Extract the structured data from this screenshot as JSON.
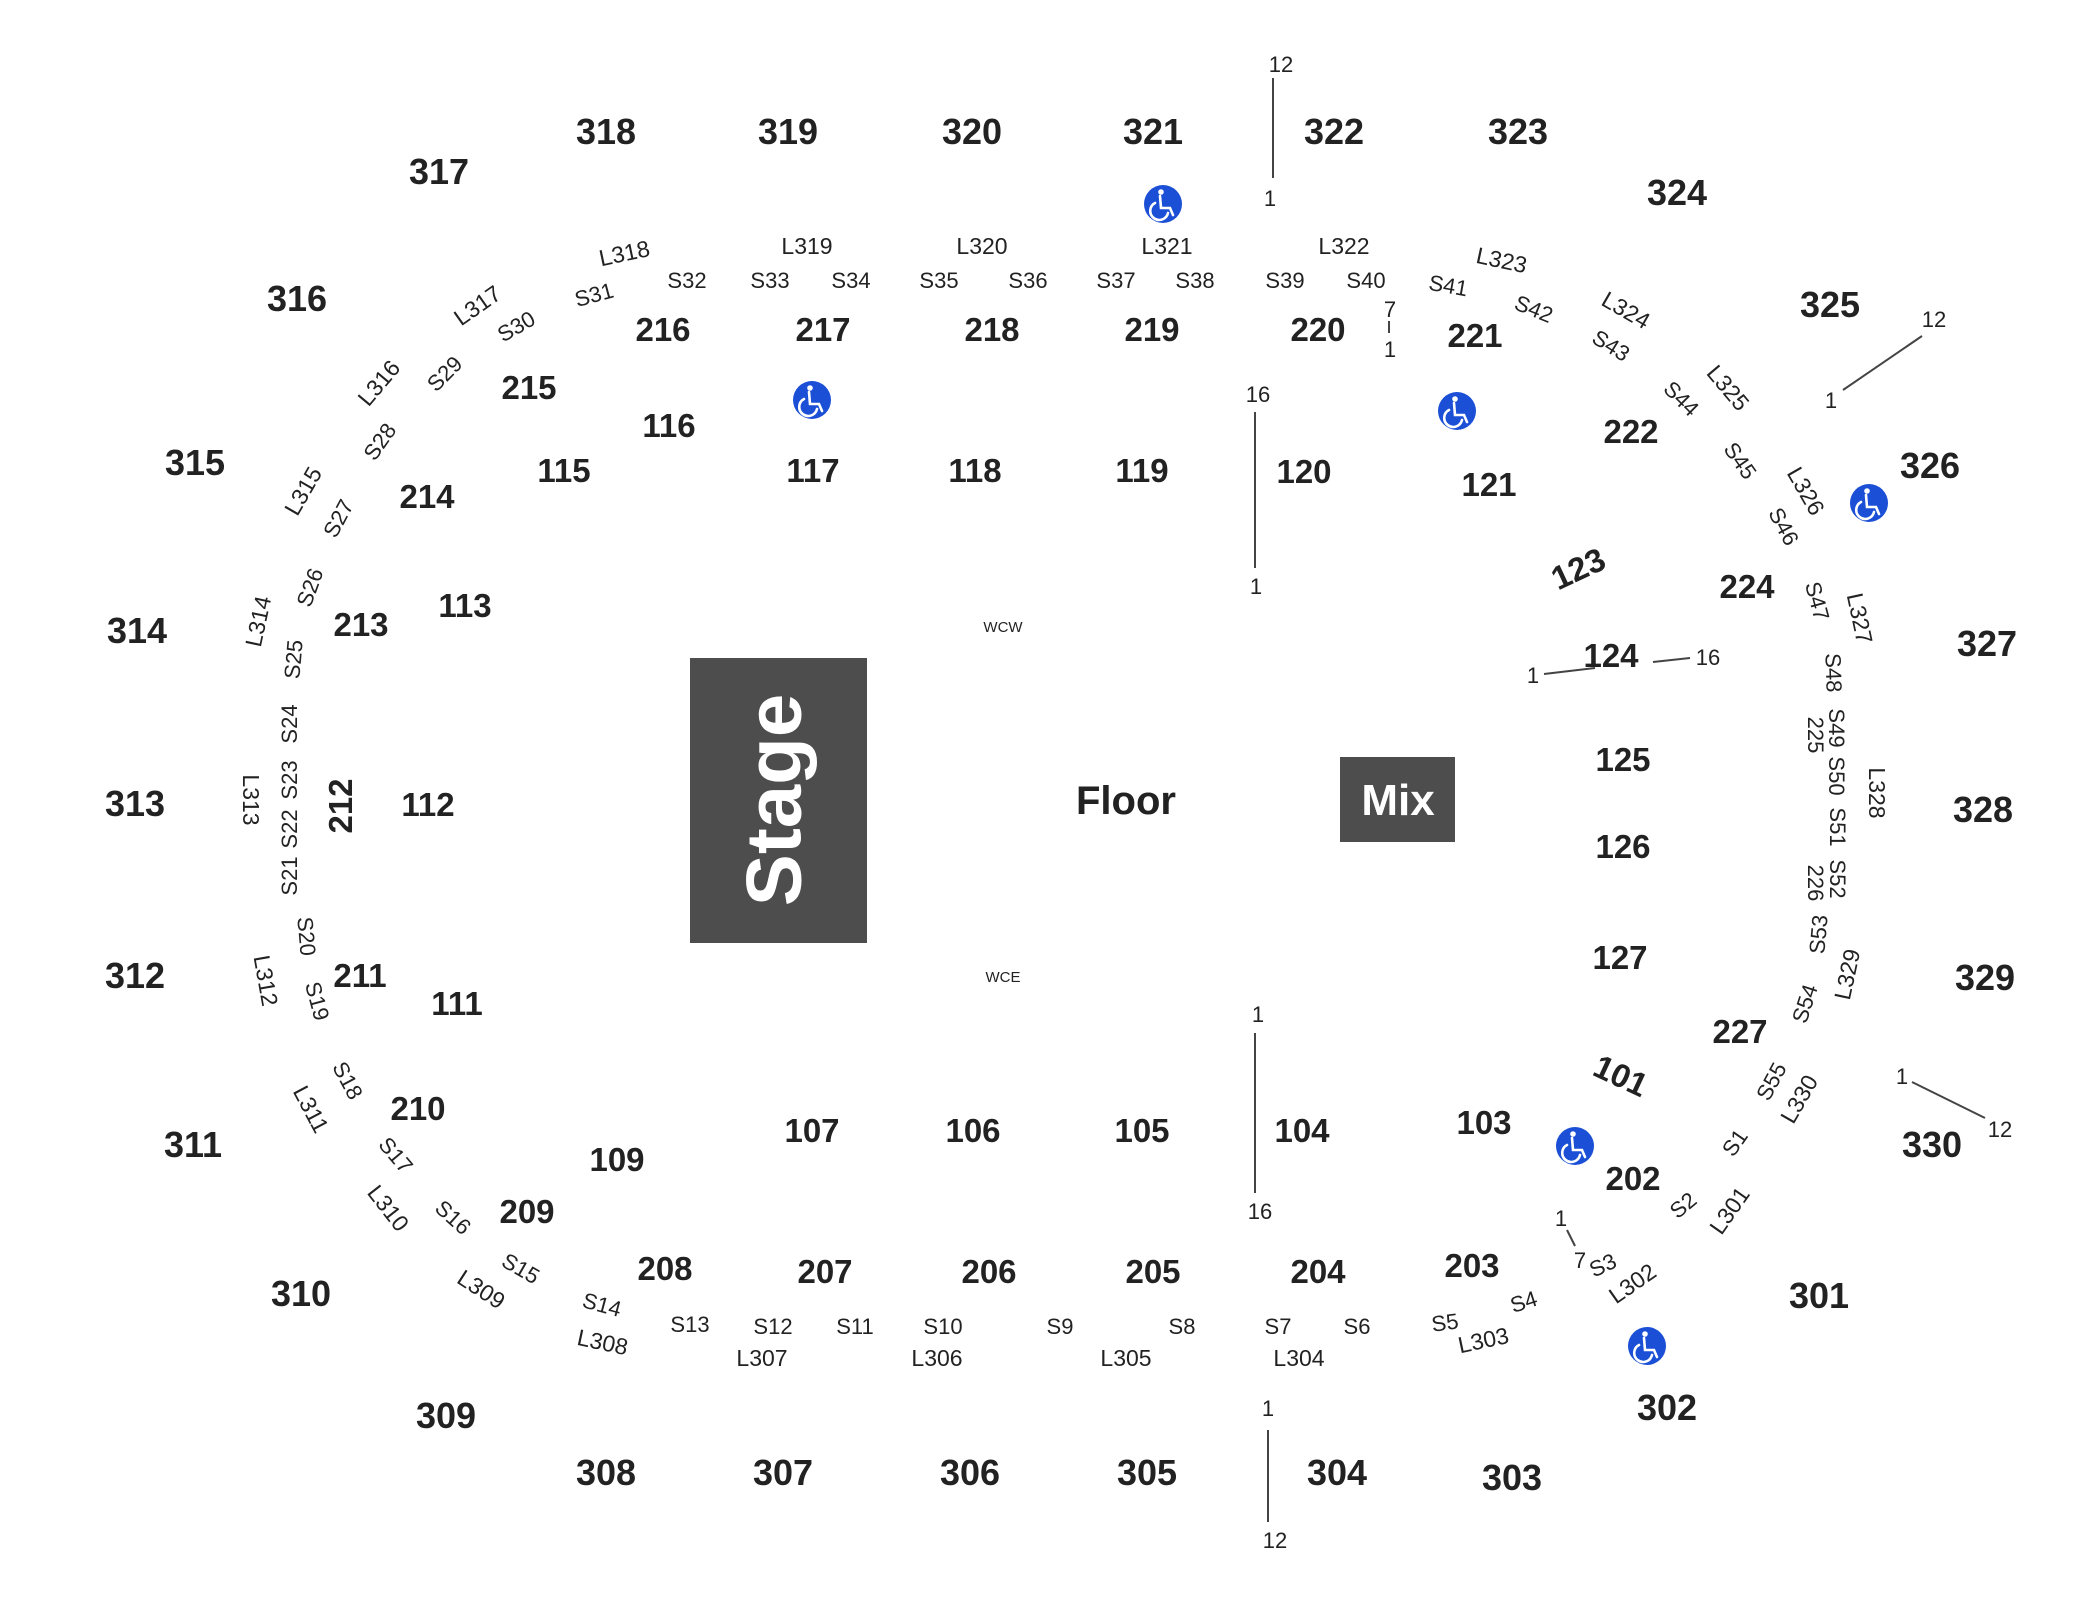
{
  "map": {
    "stage_label": "Stage",
    "floor_label": "Floor",
    "mix_label": "Mix",
    "wcw_label": "WCW",
    "wce_label": "WCE",
    "colors": {
      "stage_fill": "#4d4d4d",
      "accessible_icon": "#1a4fd6",
      "text": "#222222",
      "background": "#ffffff"
    },
    "icon_names": [
      "wheelchair-icon"
    ],
    "sections_300": [
      "301",
      "302",
      "303",
      "304",
      "305",
      "306",
      "307",
      "308",
      "309",
      "310",
      "311",
      "312",
      "313",
      "314",
      "315",
      "316",
      "317",
      "318",
      "319",
      "320",
      "321",
      "322",
      "323",
      "324",
      "325",
      "326",
      "327",
      "328",
      "329",
      "330"
    ],
    "sections_200": [
      "202",
      "203",
      "204",
      "205",
      "206",
      "207",
      "208",
      "209",
      "210",
      "211",
      "212",
      "213",
      "214",
      "215",
      "216",
      "217",
      "218",
      "219",
      "220",
      "221",
      "222",
      "224",
      "225",
      "226",
      "227"
    ],
    "sections_100": [
      "101",
      "103",
      "104",
      "105",
      "106",
      "107",
      "109",
      "111",
      "112",
      "113",
      "115",
      "116",
      "117",
      "118",
      "119",
      "120",
      "121",
      "123",
      "124",
      "125",
      "126",
      "127"
    ],
    "loge_boxes": [
      "L301",
      "L302",
      "L303",
      "L304",
      "L305",
      "L306",
      "L307",
      "L308",
      "L309",
      "L310",
      "L311",
      "L312",
      "L313",
      "L314",
      "L315",
      "L316",
      "L317",
      "L318",
      "L319",
      "L320",
      "L321",
      "L322",
      "L323",
      "L324",
      "L325",
      "L326",
      "L327",
      "L328",
      "L329",
      "L330"
    ],
    "suites": [
      "S1",
      "S2",
      "S3",
      "S4",
      "S5",
      "S6",
      "S7",
      "S8",
      "S9",
      "S10",
      "S11",
      "S12",
      "S13",
      "S14",
      "S15",
      "S16",
      "S17",
      "S18",
      "S19",
      "S20",
      "S21",
      "S22",
      "S23",
      "S24",
      "S25",
      "S26",
      "S27",
      "S28",
      "S29",
      "S30",
      "S31",
      "S32",
      "S33",
      "S34",
      "S35",
      "S36",
      "S37",
      "S38",
      "S39",
      "S40",
      "S41",
      "S42",
      "S43",
      "S44",
      "S45",
      "S46",
      "S47",
      "S48",
      "S49",
      "S50",
      "S51",
      "S52",
      "S53",
      "S54",
      "S55"
    ],
    "row_markers": {
      "top_start": "1",
      "top_end": "12",
      "bottom_start": "1",
      "bottom_end": "12",
      "right_top_start": "1",
      "right_top_end": "12",
      "right_bottom_start": "1",
      "right_bottom_end": "12",
      "floor_top_start": "16",
      "floor_top_end": "1",
      "floor_bottom_start": "1",
      "floor_bottom_end": "16",
      "s124_start": "1",
      "s124_end": "16",
      "s220_start": "7",
      "s220_end": "1",
      "s202_start": "1",
      "s202_end": "7"
    }
  }
}
